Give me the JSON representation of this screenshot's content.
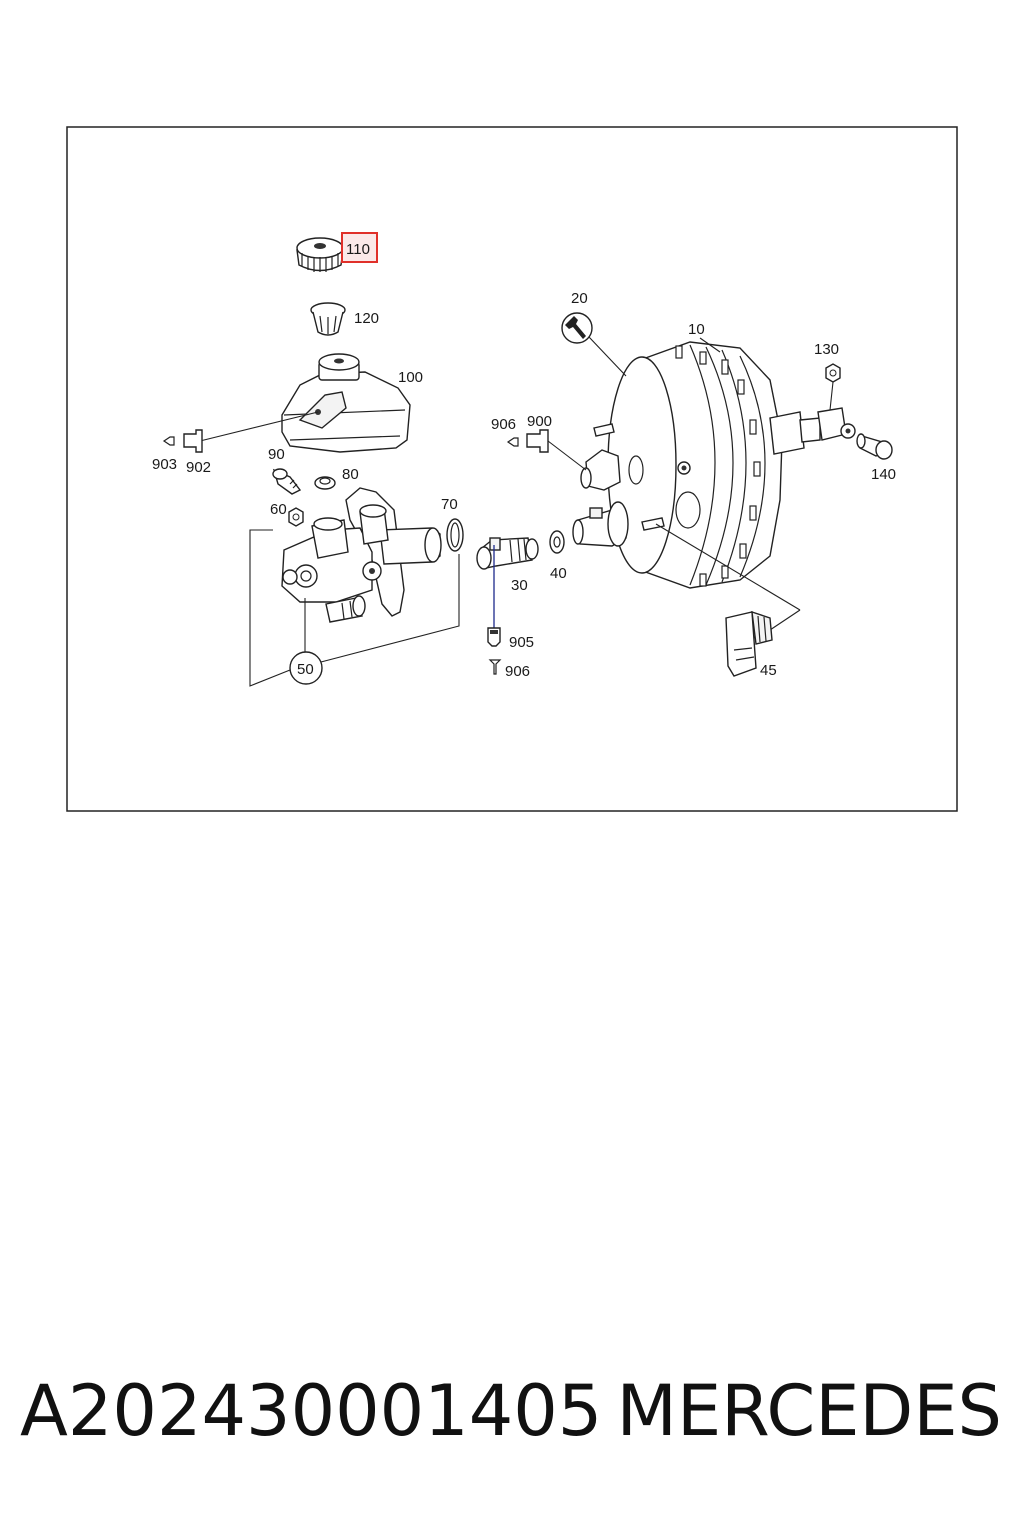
{
  "labels": {
    "p110": "110",
    "p120": "120",
    "p100": "100",
    "p20": "20",
    "p10": "10",
    "p130": "130",
    "p140": "140",
    "p906a": "906",
    "p900": "900",
    "p903": "903",
    "p902": "902",
    "p90": "90",
    "p80": "80",
    "p60": "60",
    "p70": "70",
    "p50": "50",
    "p30": "30",
    "p40": "40",
    "p905": "905",
    "p906b": "906",
    "p45": "45"
  },
  "highlight_color": "#e0302a",
  "caption": {
    "part_number": "A202430001405",
    "brand": "MERCEDES"
  }
}
